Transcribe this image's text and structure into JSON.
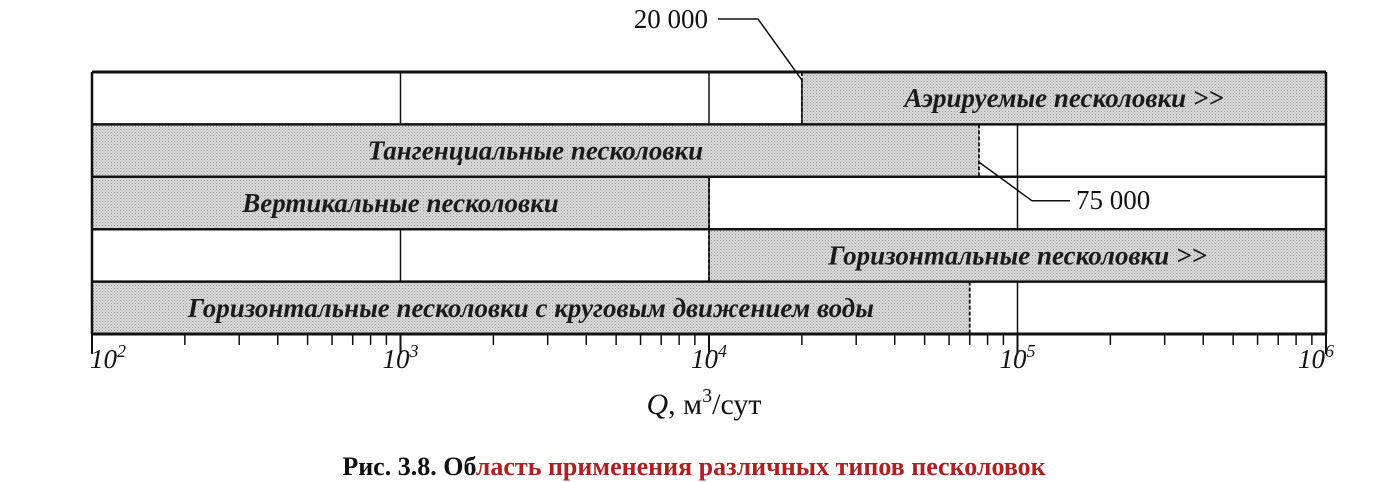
{
  "chart_data": {
    "type": "bar",
    "orientation": "horizontal",
    "x_scale": "log",
    "xlim": [
      100,
      1000000
    ],
    "xlabel": "Q, м³/сут",
    "xlabel_var": "Q",
    "xlabel_unit_pre": ", м",
    "xlabel_unit_sup": "3",
    "xlabel_unit_post": "/сут",
    "grid": true,
    "x_ticks": [
      {
        "base": "10",
        "exp": "2",
        "value": 100
      },
      {
        "base": "10",
        "exp": "3",
        "value": 1000
      },
      {
        "base": "10",
        "exp": "4",
        "value": 10000
      },
      {
        "base": "10",
        "exp": "5",
        "value": 100000
      },
      {
        "base": "10",
        "exp": "6",
        "value": 1000000
      }
    ],
    "rows": [
      {
        "label": "Аэрируемые песколовки >>",
        "start": 20000,
        "end": 1000000,
        "open_end": true
      },
      {
        "label": "Тангенциальные песколовки",
        "start": 100,
        "end": 75000,
        "open_end": false
      },
      {
        "label": "Вертикальные песколовки",
        "start": 100,
        "end": 10000,
        "open_end": false
      },
      {
        "label": "Горизонтальные песколовки >>",
        "start": 10000,
        "end": 1000000,
        "open_end": true
      },
      {
        "label": "Горизонтальные песколовки с круговым движением воды",
        "start": 100,
        "end": 70000,
        "open_end": false
      }
    ],
    "annotations": [
      {
        "text": "20 000",
        "value": 20000,
        "row": 0
      },
      {
        "text": "75 000",
        "value": 75000,
        "row": 1
      }
    ]
  },
  "caption": {
    "prefix": "Рис. 3.8. Об",
    "rest": "ласть применения различных типов песколовок"
  },
  "colors": {
    "bar_fill": "#d3d3d3",
    "bar_fill_dark": "#c6c6c6",
    "border": "#111111",
    "caption_accent": "#b02020"
  }
}
